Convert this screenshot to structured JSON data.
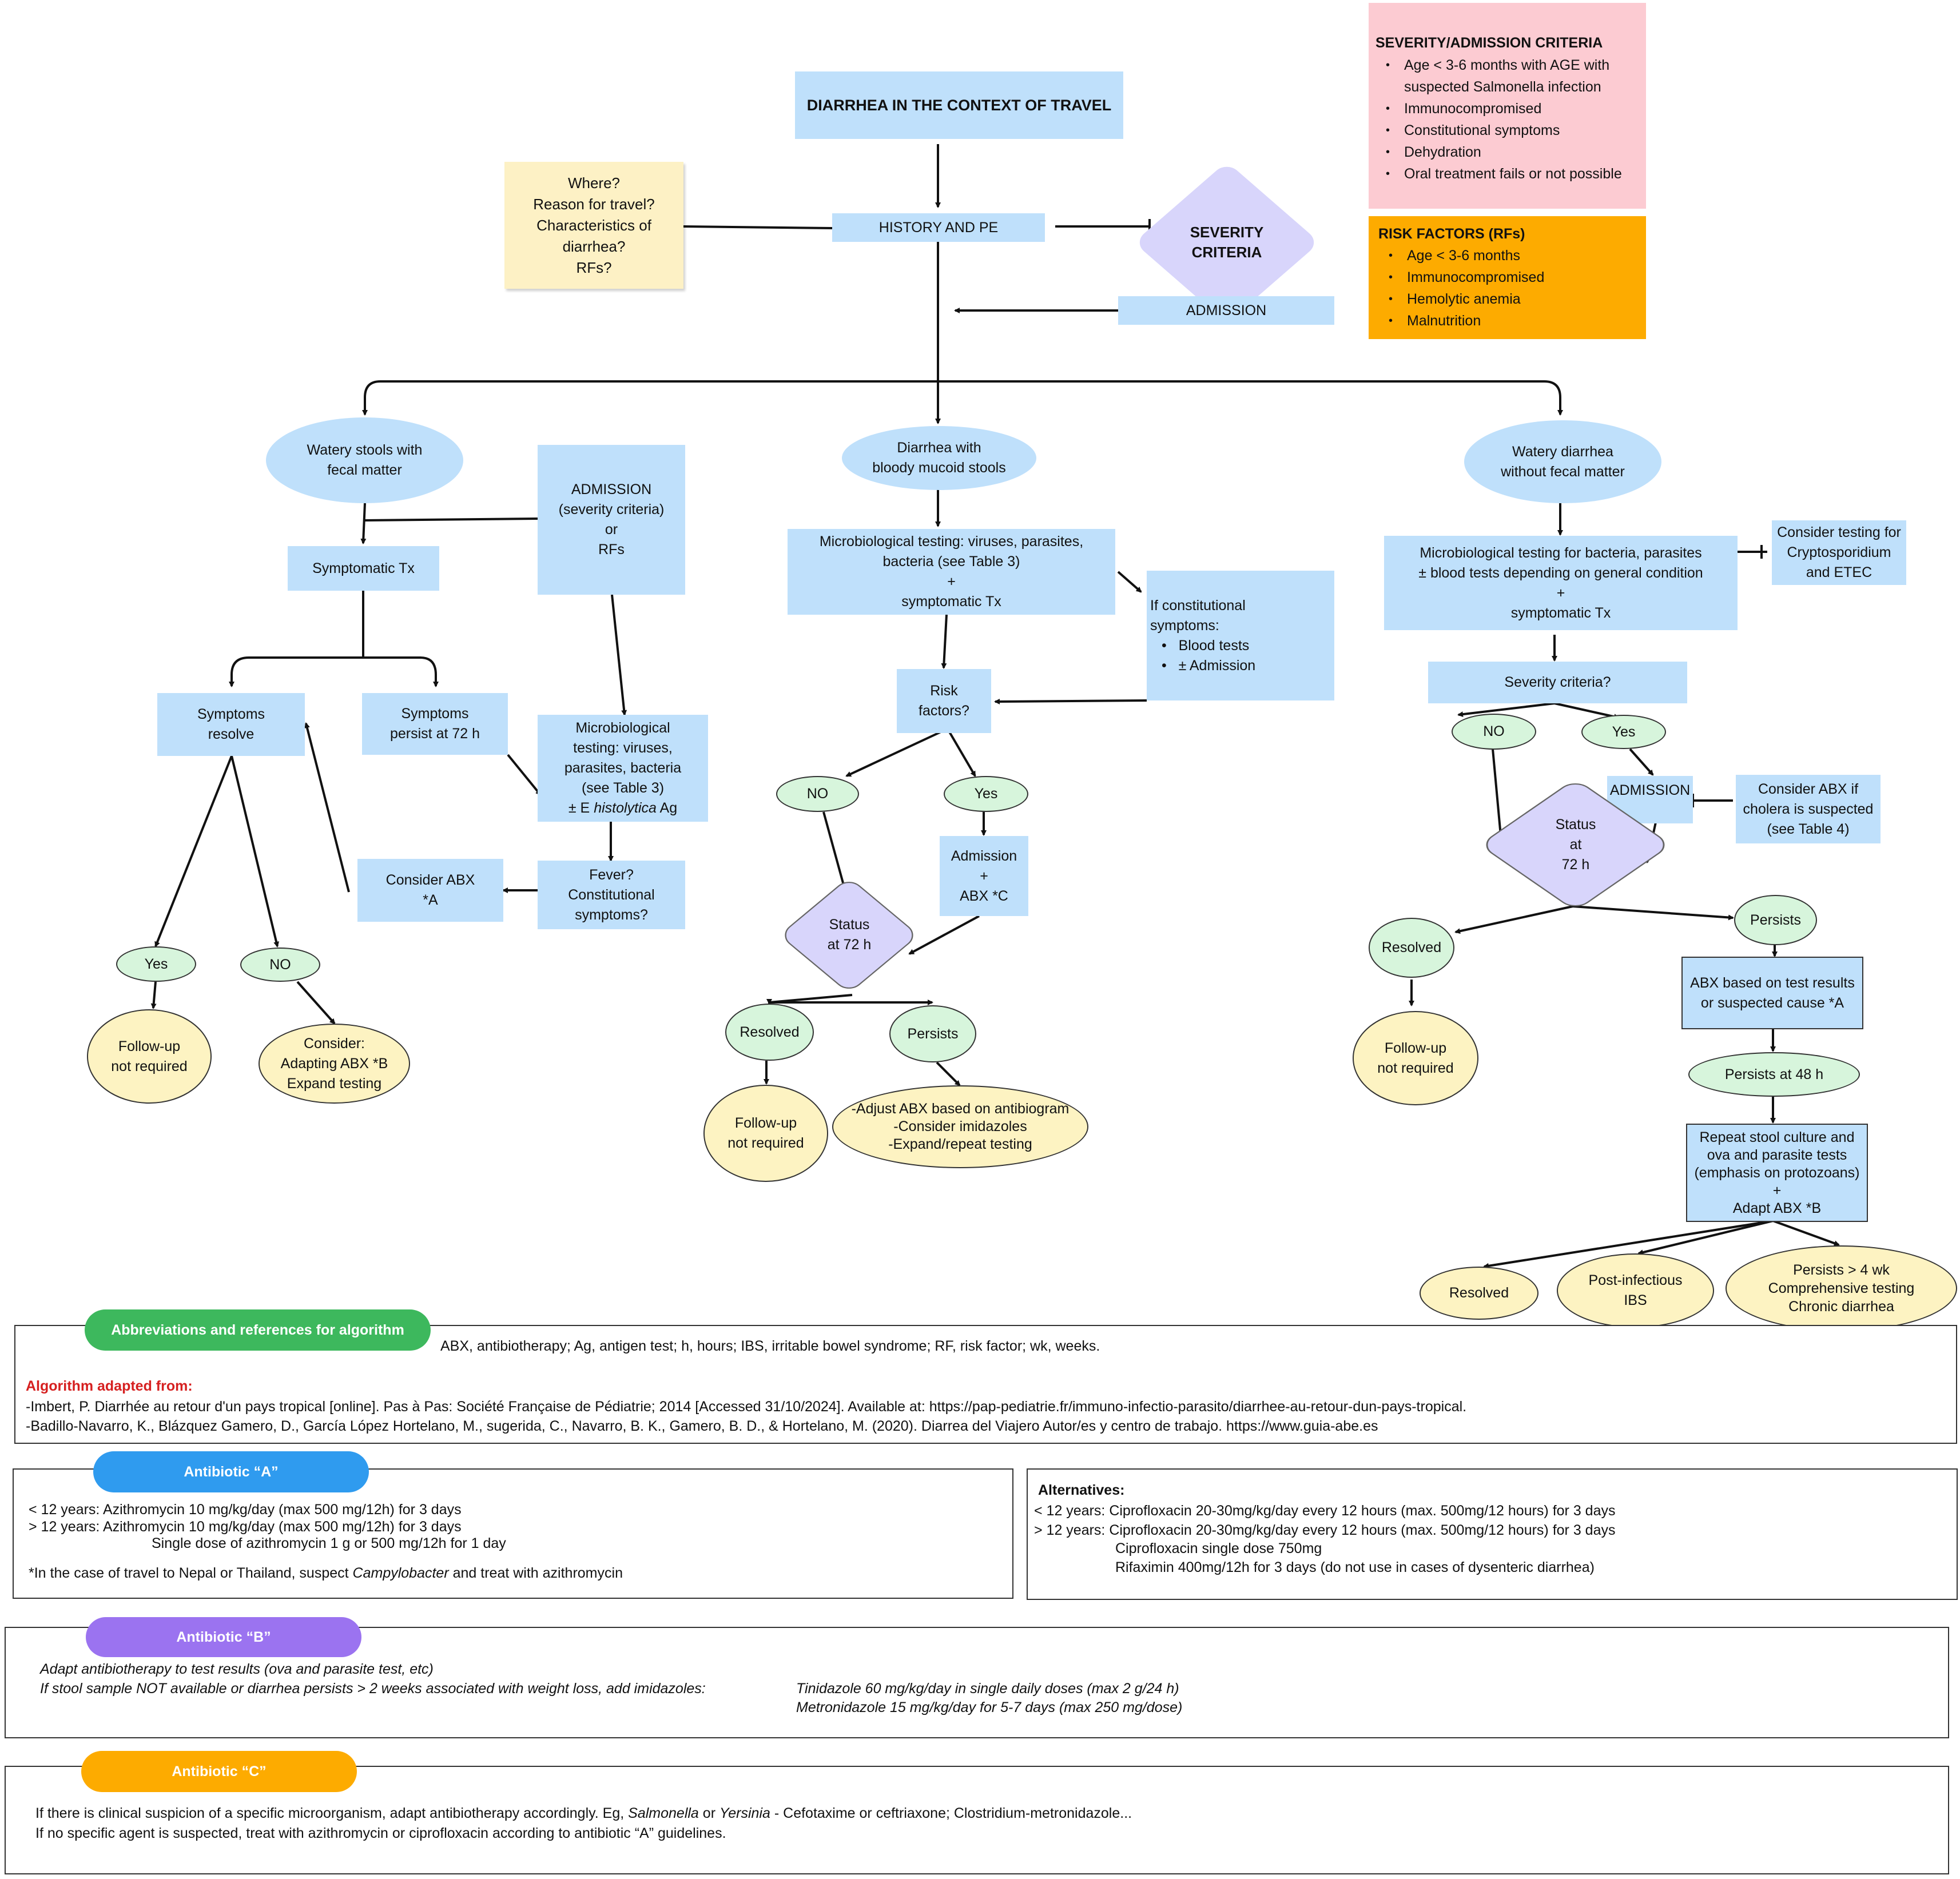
{
  "title": "DIARRHEA IN THE CONTEXT OF TRAVEL",
  "history": "HISTORY AND PE",
  "history_questions": [
    "Where?",
    "Reason for travel?",
    "Characteristics of",
    "diarrhea?",
    "RFs?"
  ],
  "severity_diamond": [
    "SEVERITY",
    "CRITERIA"
  ],
  "admission_top": "ADMISSION",
  "severity_panel": {
    "heading": "SEVERITY/ADMISSION CRITERIA",
    "items": [
      "Age < 3-6 months with AGE with",
      "suspected Salmonella infection",
      "Immunocompromised",
      "Constitutional symptoms",
      "Dehydration",
      "Oral treatment fails or not possible"
    ]
  },
  "risk_panel": {
    "heading": "RISK FACTORS (RFs)",
    "items": [
      "Age < 3-6 months",
      "Immunocompromised",
      "Hemolytic anemia",
      "Malnutrition"
    ]
  },
  "left": {
    "start": [
      "Watery stools with",
      "fecal matter"
    ],
    "admission": [
      "ADMISSION",
      "(severity criteria)",
      "or",
      "RFs"
    ],
    "symptomatic": "Symptomatic Tx",
    "resolve": [
      "Symptoms",
      "resolve"
    ],
    "persist": [
      "Symptoms",
      "persist at 72 h"
    ],
    "micro": [
      "Microbiological",
      "testing: viruses,",
      "parasites, bacteria",
      "(see Table 3)",
      "± E ",
      "histolytica",
      " Ag"
    ],
    "fever": [
      "Fever?",
      "Constitutional",
      "symptoms?"
    ],
    "consider_abx": [
      "Consider ABX",
      "*A"
    ],
    "yes": "Yes",
    "no": "NO",
    "followup": [
      "Follow-up",
      "not required"
    ],
    "consider": [
      "Consider:",
      "Adapting ABX *B",
      "Expand testing"
    ]
  },
  "middle": {
    "start": [
      "Diarrhea with",
      "bloody mucoid stools"
    ],
    "micro": [
      "Microbiological testing: viruses, parasites,",
      "bacteria (see Table 3)",
      "+",
      "symptomatic Tx"
    ],
    "constitutional": [
      "If constitutional",
      "symptoms:",
      "Blood tests",
      "± Admission"
    ],
    "risk": [
      "Risk",
      "factors?"
    ],
    "no": "NO",
    "yes": "Yes",
    "admission_abx": [
      "Admission",
      "+",
      "ABX *C"
    ],
    "status": [
      "Status",
      "at 72 h"
    ],
    "resolved": "Resolved",
    "persists": "Persists",
    "followup": [
      "Follow-up",
      "not required"
    ],
    "adjust": [
      "-Adjust ABX based on antibiogram",
      "-Consider imidazoles",
      "-Expand/repeat testing"
    ]
  },
  "right": {
    "start": [
      "Watery diarrhea",
      "without fecal matter"
    ],
    "micro": [
      "Microbiological testing for bacteria, parasites",
      "± blood tests depending on general condition",
      "+",
      "symptomatic Tx"
    ],
    "consider_testing": [
      "Consider testing for",
      "Cryptosporidium",
      "and ETEC"
    ],
    "severity": "Severity criteria?",
    "no": "NO",
    "yes": "Yes",
    "admission": "ADMISSION",
    "consider_abx": [
      "Consider ABX if",
      "cholera is suspected",
      "(see Table 4)"
    ],
    "status": [
      "Status",
      "at",
      "72 h"
    ],
    "resolved": "Resolved",
    "persists": "Persists",
    "followup": [
      "Follow-up",
      "not required"
    ],
    "abx_based": [
      "ABX based on test results",
      "or suspected cause *A"
    ],
    "persists48": "Persists at 48 h",
    "repeat": [
      "Repeat stool culture and",
      "ova and parasite tests",
      "(emphasis on protozoans)",
      "+",
      "Adapt ABX *B"
    ],
    "resolved2": "Resolved",
    "ibs": [
      "Post-infectious",
      "IBS"
    ],
    "persists4wk": [
      "Persists > 4 wk",
      "Comprehensive testing",
      "Chronic diarrhea"
    ]
  },
  "abbrev": {
    "pill": "Abbreviations and references for algorithm",
    "text": "ABX, antibiotherapy; Ag, antigen test; h, hours; IBS, irritable bowel syndrome; RF, risk factor; wk, weeks.",
    "adapted": "Algorithm adapted from:",
    "ref1": "-Imbert, P. Diarrhée au retour d'un pays tropical [online]. Pas à Pas: Société Française de Pédiatrie; 2014 [Accessed 31/10/2024]. Available at: https://pap-pediatrie.fr/immuno-infectio-parasito/diarrhee-au-retour-dun-pays-tropical.",
    "ref2": "-Badillo-Navarro, K., Blázquez Gamero, D., García López Hortelano, M., sugerida, C., Navarro, B. K., Gamero, B. D., & Hortelano, M. (2020). Diarrea del Viajero Autor/es y centro de trabajo. https://www.guia-abe.es"
  },
  "antibiotic_a": {
    "pill": "Antibiotic “A”",
    "l1": "< 12 years: Azithromycin 10 mg/kg/day (max 500 mg/12h) for 3 days",
    "l2": "> 12 years: Azithromycin 10 mg/kg/day (max 500 mg/12h) for 3 days",
    "l3": "Single dose of azithromycin 1 g or 500 mg/12h for 1 day",
    "note_a": "*In the case of travel to Nepal or Thailand, suspect ",
    "note_b": "Campylobacter",
    "note_c": " and treat with azithromycin"
  },
  "alternatives": {
    "heading": "Alternatives:",
    "l1": "< 12 years: Ciprofloxacin 20-30mg/kg/day every 12 hours (max. 500mg/12 hours) for 3 days",
    "l2": "> 12 years: Ciprofloxacin 20-30mg/kg/day every 12 hours (max. 500mg/12 hours) for 3 days",
    "l3": "Ciprofloxacin single dose 750mg",
    "l4": "Rifaximin 400mg/12h for 3 days (do not use in cases of dysenteric diarrhea)"
  },
  "antibiotic_b": {
    "pill": "Antibiotic “B”",
    "l1": "Adapt antibiotherapy to test results (ova and parasite test, etc)",
    "l2": "If stool sample NOT available or diarrhea persists > 2 weeks associated with weight loss, add imidazoles:",
    "l2b": "Tinidazole 60 mg/kg/day in single daily doses (max 2 g/24 h)",
    "l3": "Metronidazole 15 mg/kg/day for 5-7 days (max 250 mg/dose)"
  },
  "antibiotic_c": {
    "pill": "Antibiotic “C”",
    "l1a": "If there is clinical suspicion of a specific microorganism, adapt antibiotherapy accordingly. Eg, ",
    "l1b": "Salmonella",
    "l1c": " or ",
    "l1d": "Yersinia",
    "l1e": " - Cefotaxime or ceftriaxone; Clostridium-metronidazole...",
    "l2": "If no specific agent is suspected, treat with azithromycin or ciprofloxacin according to antibiotic “A” guidelines."
  },
  "colors": {
    "blue_box": "#bfe0fb",
    "green_oval": "#d7f5dc",
    "yellow_oval": "#fdf3c2",
    "severity_panel": "#fccbd2",
    "risk_panel": "#fdab00",
    "diamond": "#d8d5fb",
    "pill_green": "#3db85d",
    "pill_blue": "#2f9bef",
    "pill_purple": "#9b73f0",
    "pill_orange": "#fdab00"
  }
}
